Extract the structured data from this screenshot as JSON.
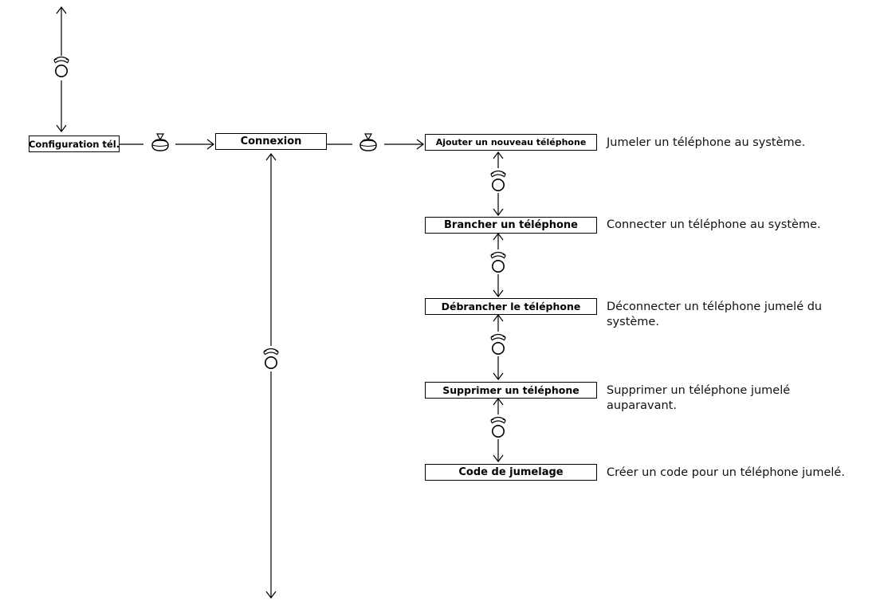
{
  "menu": {
    "root_label": "Configuration tél.",
    "connexion_label": "Connexion",
    "items": [
      {
        "label": "Ajouter un nouveau téléphone",
        "description": [
          "Jumeler un téléphone au système."
        ]
      },
      {
        "label": "Brancher un téléphone",
        "description": [
          "Connecter un téléphone au système."
        ]
      },
      {
        "label": "Débrancher le téléphone",
        "description": [
          "Déconnecter un téléphone jumelé du",
          "système."
        ]
      },
      {
        "label": "Supprimer un téléphone",
        "description": [
          "Supprimer un téléphone jumelé",
          "auparavant."
        ]
      },
      {
        "label": "Code de jumelage",
        "description": [
          "Créer un code pour un téléphone jumelé."
        ]
      }
    ]
  },
  "icons": {
    "rotate": "knob-rotate-icon",
    "press": "knob-press-icon"
  },
  "colors": {
    "line": "#000000",
    "box_border": "#000000",
    "text": "#111111"
  }
}
